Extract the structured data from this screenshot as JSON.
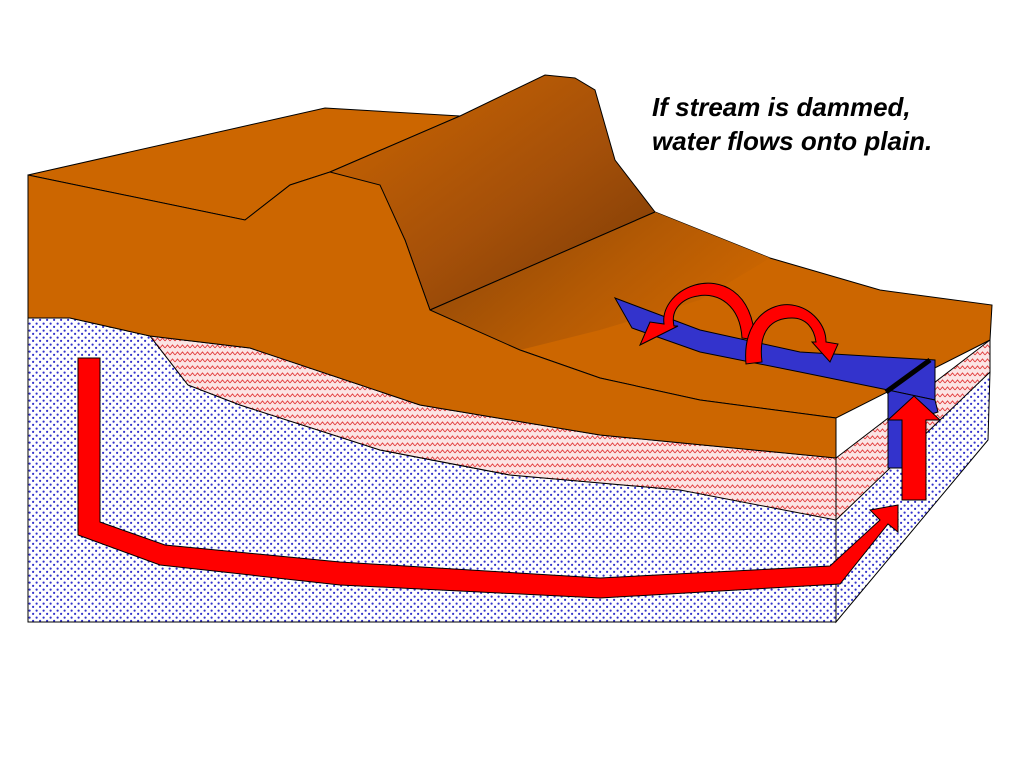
{
  "caption": {
    "line1": "If stream is dammed,",
    "line2": "water flows onto plain."
  },
  "colors": {
    "ground": "#CC6600",
    "ground_dark": "#7A3A05",
    "aquifer_dots": "#3333CC",
    "confining_layer_hatch": "#E23A3A",
    "confining_layer_fill": "#FBE4E4",
    "water": "#3333CC",
    "flow_arrow": "#FF0000"
  },
  "icons": [
    "dam-bar",
    "upward-flow-arrow",
    "groundwater-flow-arrow",
    "overflow-arrow"
  ]
}
